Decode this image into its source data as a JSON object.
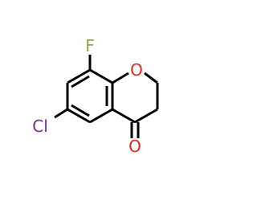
{
  "molecule": {
    "atoms": {
      "fluorine": {
        "symbol": "F",
        "color": "#8ca83c"
      },
      "ring_oxygen": {
        "symbol": "O",
        "color": "#e0251f"
      },
      "chlorine": {
        "symbol": "Cl",
        "color": "#7a2a8e"
      },
      "carbonyl_oxygen": {
        "symbol": "O",
        "color": "#e0251f"
      }
    },
    "bond_color": "#000000"
  }
}
